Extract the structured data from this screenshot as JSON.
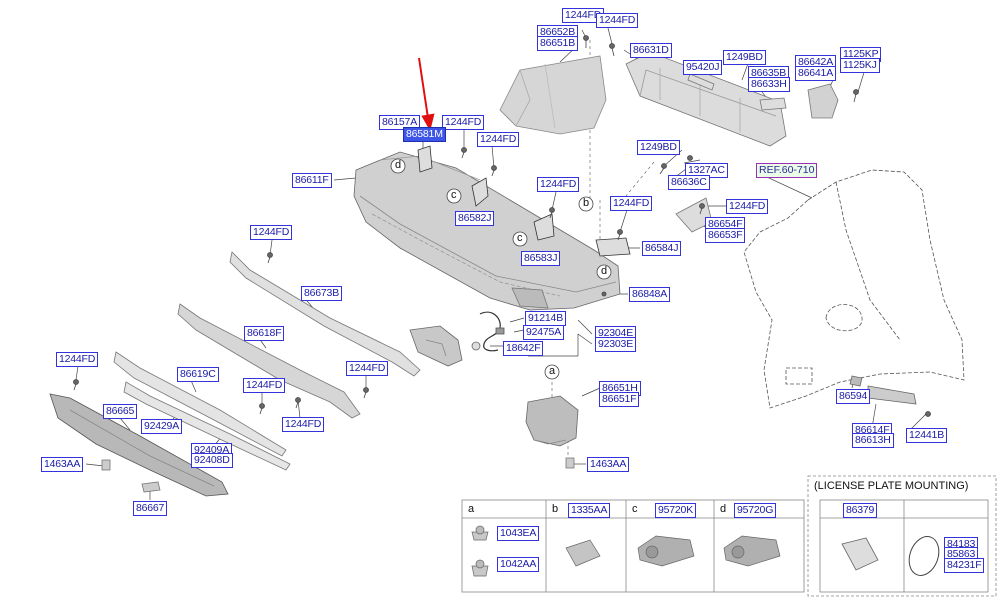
{
  "colors": {
    "label_border": "#3333dd",
    "label_text": "#1a1aa8",
    "selected_fill": "#3d56e8",
    "arrow": "#e01010",
    "line": "#333333",
    "part_gray": "#d4d4d4"
  },
  "callouts": [
    "a",
    "b",
    "c",
    "d"
  ],
  "selected_part": "86581M",
  "parts": {
    "p1244fd_top1": "1244FD",
    "p1244fd_top2": "1244FD",
    "p86652b": "86652B",
    "p86651b": "86651B",
    "p86631d": "86631D",
    "p95420j": "95420J",
    "p1249bd_top": "1249BD",
    "p86635b": "86635B",
    "p86633h": "86633H",
    "p86642a": "86642A",
    "p86641a": "86641A",
    "p1125kp": "1125KP",
    "p1125kj": "1125KJ",
    "p86157a": "86157A",
    "p1244fd_a": "1244FD",
    "p86581m": "86581M",
    "p1244fd_b": "1244FD",
    "p86611f": "86611F",
    "p1249bd_mid": "1249BD",
    "p1327ac": "1327AC",
    "p86636c": "86636C",
    "p1244fd_c": "1244FD",
    "p86582j": "86582J",
    "p1244fd_d": "1244FD",
    "p1244fd_e": "1244FD",
    "p86654f": "86654F",
    "p86653f": "86653F",
    "p86583j": "86583J",
    "p86584j": "86584J",
    "p1244fd_f": "1244FD",
    "p86848a": "86848A",
    "p86673b": "86673B",
    "p91214b": "91214B",
    "p92475a": "92475A",
    "p92304e": "92304E",
    "p92303e": "92303E",
    "p18642f": "18642F",
    "p86618f": "86618F",
    "p1244fd_g": "1244FD",
    "p86619c": "86619C",
    "p1244fd_h": "1244FD",
    "p1244fd_i": "1244FD",
    "p86665": "86665",
    "p92429a": "92429A",
    "p1244fd_j": "1244FD",
    "p92409a": "92409A",
    "p92408d": "92408D",
    "p1463aa_l": "1463AA",
    "p86667": "86667",
    "p86651h": "86651H",
    "p86651f": "86651F",
    "p1463aa_r": "1463AA",
    "p86594": "86594",
    "p86614f": "86614F",
    "p86613h": "86613H",
    "p1244ib": "12441B"
  },
  "ref": "REF.60-710",
  "legend": {
    "a_1": "1043EA",
    "a_2": "1042AA",
    "b": "1335AA",
    "c": "95720K",
    "d": "95720G"
  },
  "license": {
    "title": "(LICENSE PLATE MOUNTING)",
    "p1": "86379",
    "p2": "84183",
    "p3": "85863",
    "p4": "84231F"
  }
}
